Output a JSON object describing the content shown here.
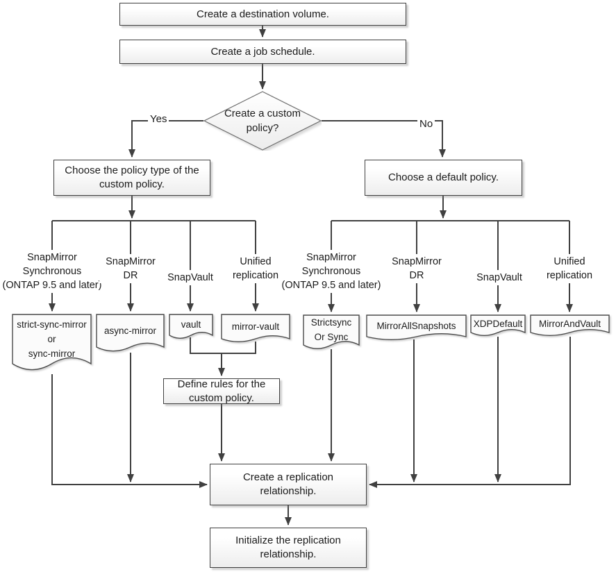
{
  "colors": {
    "connector": "#404040",
    "box_border": "#3f3f3f",
    "doc_border": "#4a4a4a",
    "fill_top": "#ffffff",
    "fill_bottom": "#ededed",
    "text": "#1a1a1a"
  },
  "nodes": {
    "destination_volume": {
      "label": "Create a destination volume."
    },
    "job_schedule": {
      "label": "Create a job schedule."
    },
    "decision": {
      "label": "Create a custom\npolicy?"
    },
    "yes_label": "Yes",
    "no_label": "No",
    "choose_policy_type": {
      "label": "Choose the policy type of the\ncustom policy."
    },
    "choose_default_policy": {
      "label": "Choose a default policy."
    },
    "define_rules": {
      "label": "Define rules for the\ncustom policy."
    },
    "create_relationship": {
      "label": "Create a replication\nrelationship."
    },
    "initialize_relationship": {
      "label": "Initialize the replication\nrelationship."
    }
  },
  "custom_policy_branches": [
    {
      "type": "SnapMirror\nSynchronous\n(ONTAP 9.5 and later)",
      "policy": "strict-sync-mirror\nor\nsync-mirror"
    },
    {
      "type": "SnapMirror\nDR",
      "policy": "async-mirror"
    },
    {
      "type": "SnapVault",
      "policy": "vault"
    },
    {
      "type": "Unified\nreplication",
      "policy": "mirror-vault"
    }
  ],
  "default_policy_branches": [
    {
      "type": "SnapMirror\nSynchronous\n(ONTAP 9.5 and later)",
      "policy": "Strictsync\nOr Sync"
    },
    {
      "type": "SnapMirror\nDR",
      "policy": "MirrorAllSnapshots"
    },
    {
      "type": "SnapVault",
      "policy": "XDPDefault"
    },
    {
      "type": "Unified\nreplication",
      "policy": "MirrorAndVault"
    }
  ]
}
